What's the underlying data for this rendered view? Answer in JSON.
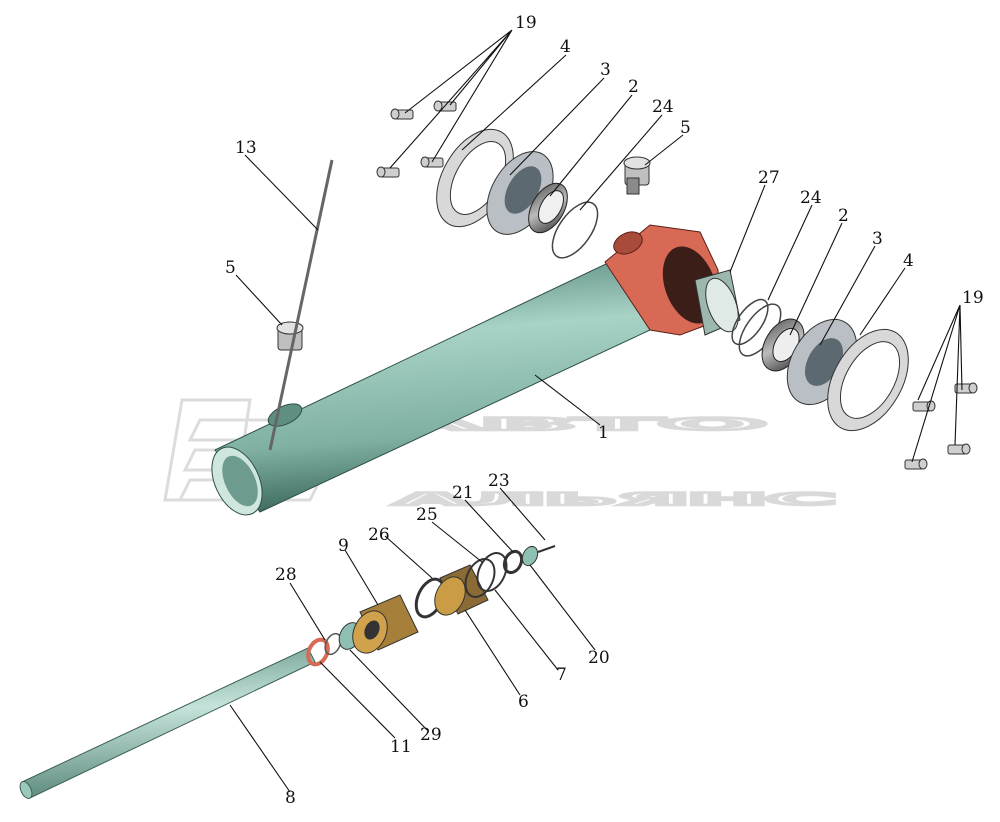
{
  "watermark": {
    "line1": "АВТО",
    "line2": "АЛЬЯНС"
  },
  "colors": {
    "barrel": "#7fb0a3",
    "rod": "#8fbdb0",
    "eye": "#d86a55",
    "seal": "#c8c8c8",
    "bolt": "#cfcfcf",
    "ink": "#111111"
  },
  "callouts": [
    {
      "id": "c19a",
      "text": "19"
    },
    {
      "id": "c4a",
      "text": "4"
    },
    {
      "id": "c3a",
      "text": "3"
    },
    {
      "id": "c2a",
      "text": "2"
    },
    {
      "id": "c24a",
      "text": "24"
    },
    {
      "id": "c5a",
      "text": "5"
    },
    {
      "id": "c13",
      "text": "13"
    },
    {
      "id": "c5b",
      "text": "5"
    },
    {
      "id": "c27",
      "text": "27"
    },
    {
      "id": "c24b",
      "text": "24"
    },
    {
      "id": "c2b",
      "text": "2"
    },
    {
      "id": "c3b",
      "text": "3"
    },
    {
      "id": "c4b",
      "text": "4"
    },
    {
      "id": "c19b",
      "text": "19"
    },
    {
      "id": "c1",
      "text": "1"
    },
    {
      "id": "c23",
      "text": "23"
    },
    {
      "id": "c21",
      "text": "21"
    },
    {
      "id": "c25",
      "text": "25"
    },
    {
      "id": "c26",
      "text": "26"
    },
    {
      "id": "c9",
      "text": "9"
    },
    {
      "id": "c28",
      "text": "28"
    },
    {
      "id": "c20",
      "text": "20"
    },
    {
      "id": "c7",
      "text": "7"
    },
    {
      "id": "c6",
      "text": "6"
    },
    {
      "id": "c29",
      "text": "29"
    },
    {
      "id": "c11",
      "text": "11"
    },
    {
      "id": "c8",
      "text": "8"
    }
  ]
}
